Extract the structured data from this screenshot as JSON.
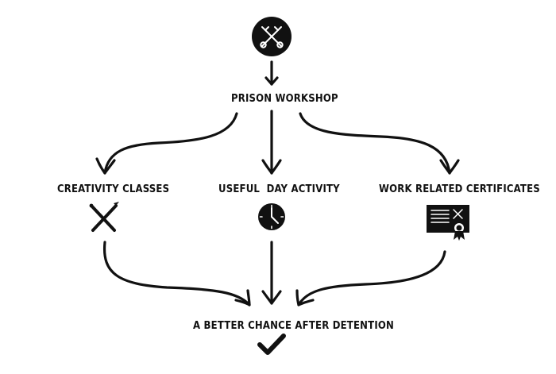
{
  "diagram": {
    "nodes": {
      "top": "PRISON WORKSHOP",
      "left": "CREATIVITY CLASSES",
      "middle": "USEFUL  DAY ACTIVITY",
      "right": "WORK RELATED CERTIFICATES",
      "bottom": "A BETTER CHANCE AFTER DETENTION"
    },
    "icons": {
      "top": "crossed-keys-icon",
      "left": "crossed-pencil-brush-icon",
      "middle": "clock-icon",
      "right": "certificate-icon",
      "bottom": "checkmark-icon"
    },
    "colors": {
      "ink": "#111111",
      "background": "#ffffff"
    }
  }
}
